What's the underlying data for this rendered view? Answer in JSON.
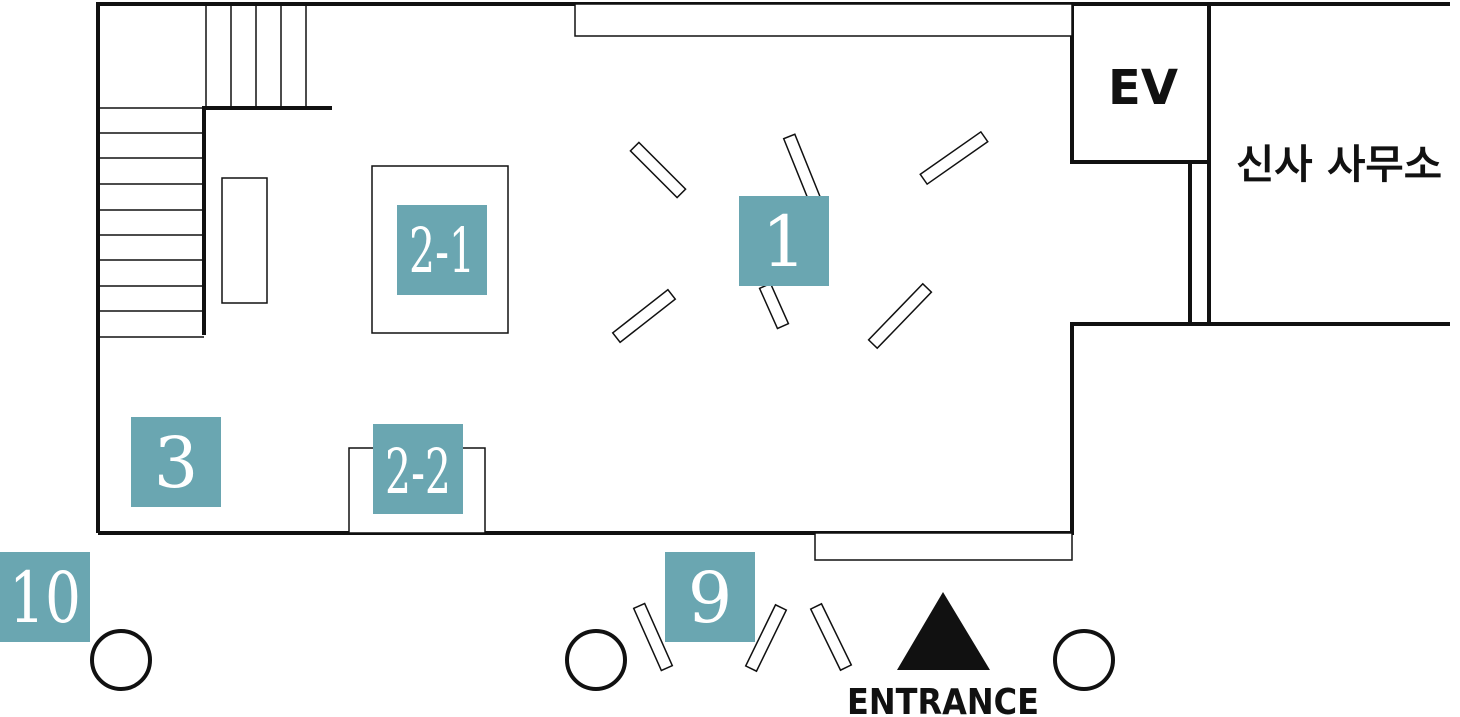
{
  "colors": {
    "zone": "#6aa6b1",
    "line": "#111111",
    "background": "#ffffff"
  },
  "labels": {
    "elevator": "EV",
    "office": "신사 사무소",
    "entrance": "ENTRANCE"
  },
  "zones": [
    {
      "id": "zone-1",
      "label": "1"
    },
    {
      "id": "zone-2-1",
      "label": "2-1"
    },
    {
      "id": "zone-2-2",
      "label": "2-2"
    },
    {
      "id": "zone-3",
      "label": "3"
    },
    {
      "id": "zone-9",
      "label": "9"
    },
    {
      "id": "zone-10",
      "label": "10"
    }
  ],
  "icons": {
    "entrance_marker": "triangle-up-icon",
    "outdoor_marker": "circle-icon"
  }
}
